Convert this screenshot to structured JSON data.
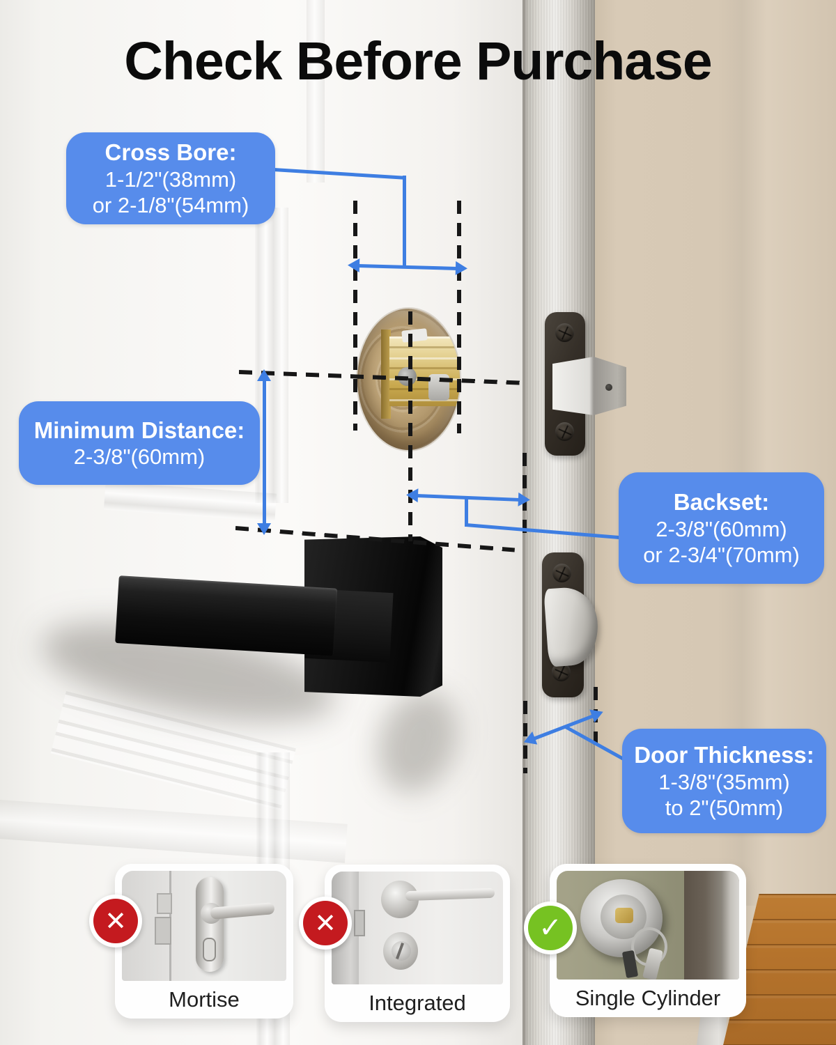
{
  "title": "Check Before Purchase",
  "colors": {
    "callout_blue": "#578ceb",
    "arrow_blue": "#3e7ee2",
    "dash_black": "#171717",
    "reject_red": "#c41a1f",
    "approve_green": "#76c222",
    "wall_beige": "#d6c8b4",
    "wood_floor": "#b5732c"
  },
  "callouts": {
    "cross_bore": {
      "title": "Cross Bore:",
      "line1": "1-1/2\"(38mm)",
      "line2": "or 2-1/8\"(54mm)"
    },
    "minimum_distance": {
      "title": "Minimum Distance:",
      "line1": "2-3/8\"(60mm)"
    },
    "backset": {
      "title": "Backset:",
      "line1": "2-3/8\"(60mm)",
      "line2": "or 2-3/4\"(70mm)"
    },
    "door_thickness": {
      "title": "Door Thickness:",
      "line1": "1-3/8\"(35mm)",
      "line2": "to 2\"(50mm)"
    }
  },
  "lock_types": [
    {
      "label": "Mortise",
      "status": "rejected",
      "status_icon": "✕"
    },
    {
      "label": "Integrated",
      "status": "rejected",
      "status_icon": "✕"
    },
    {
      "label": "Single Cylinder",
      "status": "approved",
      "status_icon": "✓"
    }
  ]
}
